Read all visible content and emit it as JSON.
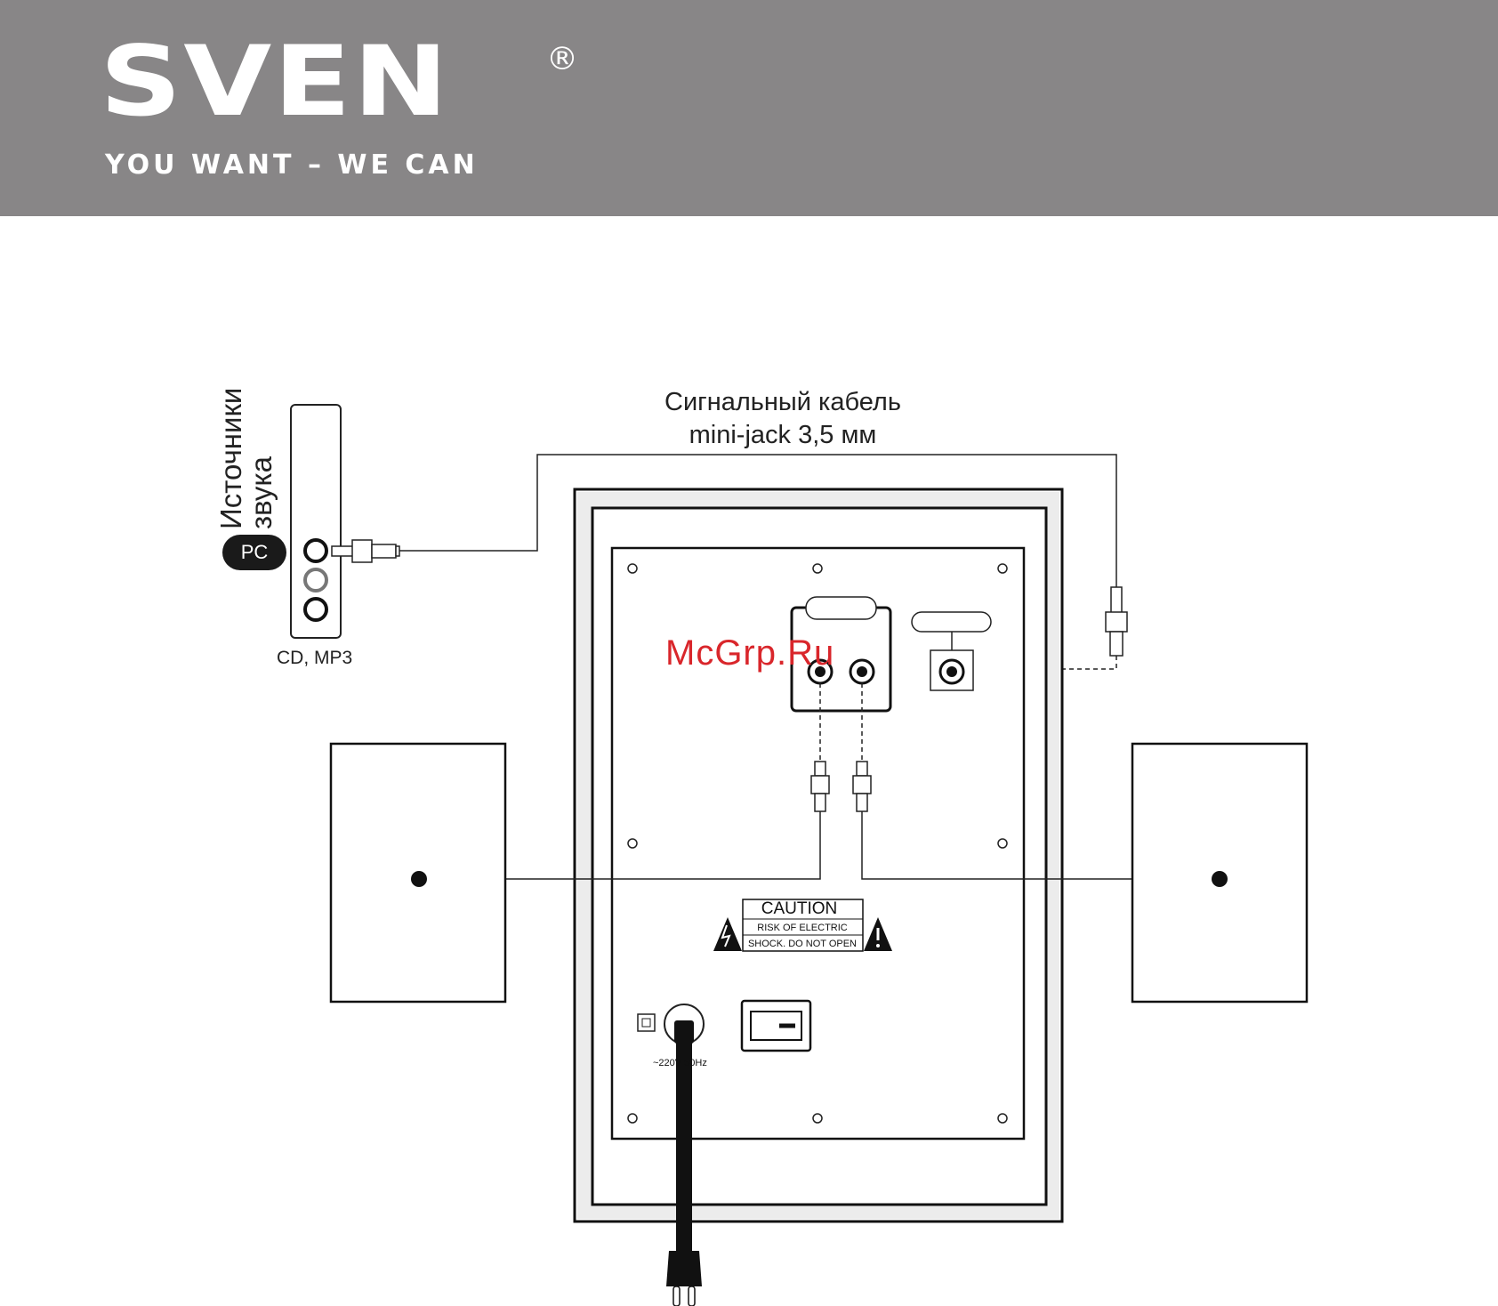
{
  "brand": {
    "logo": "SVEN",
    "registered": "®",
    "tagline": "YOU WANT – WE CAN"
  },
  "diagram": {
    "source_label_line1": "Источники",
    "source_label_line2": "звука",
    "pc_badge": "PC",
    "source_devices": "CD, MP3",
    "cable_label_line1": "Сигнальный кабель",
    "cable_label_line2": "mini-jack 3,5 мм",
    "caution_title": "CAUTION",
    "caution_line1": "RISK OF ELECTRIC",
    "caution_line2": "SHOCK.  DO NOT OPEN",
    "power_spec": "~220V 50Hz",
    "watermark": "McGrp.Ru"
  },
  "colors": {
    "header": "#888687",
    "watermark": "#d9262b",
    "line": "#1a1a1a"
  }
}
